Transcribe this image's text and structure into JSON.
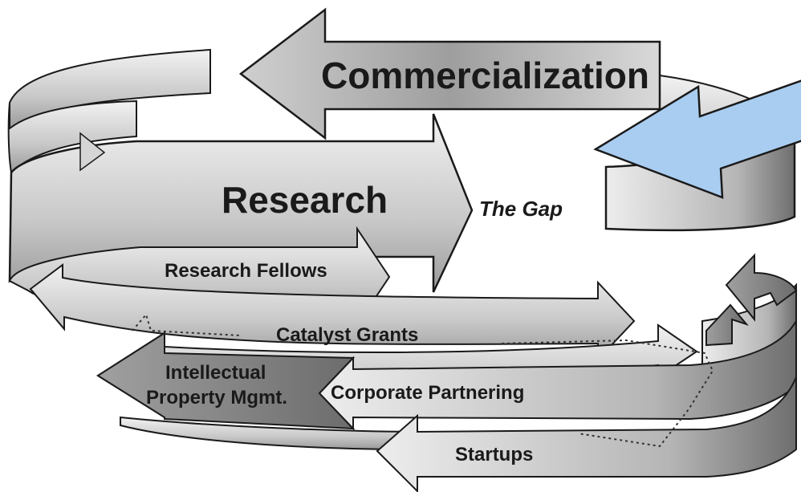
{
  "diagram": {
    "commercialization_label": "Commercialization",
    "research_label": "Research",
    "gap_label": "The Gap",
    "research_fellows_label": "Research Fellows",
    "catalyst_grants_label": "Catalyst Grants",
    "ip_mgmt_line1": "Intellectual",
    "ip_mgmt_line2": "Property Mgmt.",
    "corporate_partnering_label": "Corporate Partnering",
    "startups_label": "Startups"
  },
  "colors": {
    "ribbon_light": "#e6e6e6",
    "ribbon_mid": "#bdbdbd",
    "ribbon_dark": "#8a8a8a",
    "outline": "#1a1a1a",
    "gap_arrow": "#a9cdf0"
  }
}
